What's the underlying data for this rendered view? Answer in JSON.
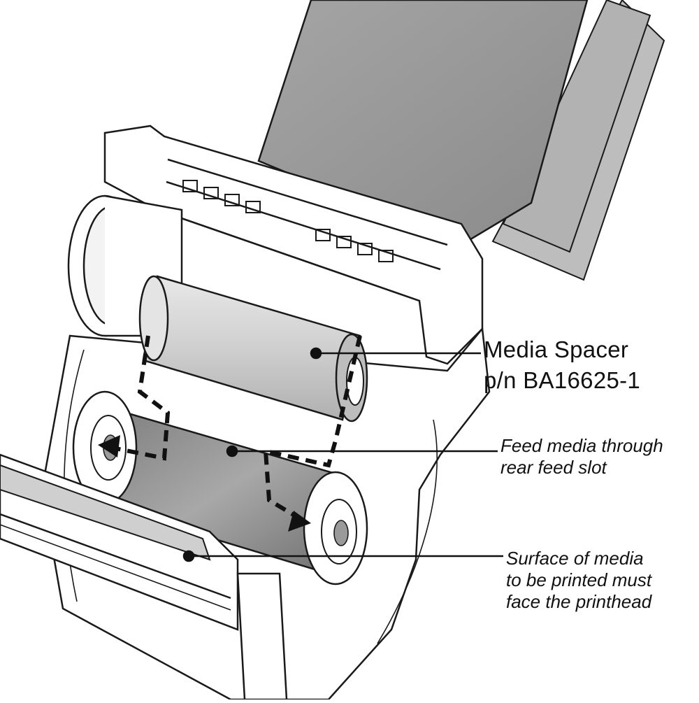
{
  "callouts": {
    "media_spacer": {
      "line1": "Media Spacer",
      "line2": "p/n BA16625-1"
    },
    "feed_media": {
      "line1": "Feed media through",
      "line2": "rear feed slot"
    },
    "surface_media": {
      "line1": "Surface of media",
      "line2": "to be printed must",
      "line3": "face the printhead"
    }
  },
  "colors": {
    "outline": "#1a1a1a",
    "body_fill": "#ffffff",
    "sheet_fill": "#9a9a9a",
    "roll_fill": "#8c8c8c",
    "spacer_fill": "#d6d6d6",
    "leader": "#111111"
  }
}
